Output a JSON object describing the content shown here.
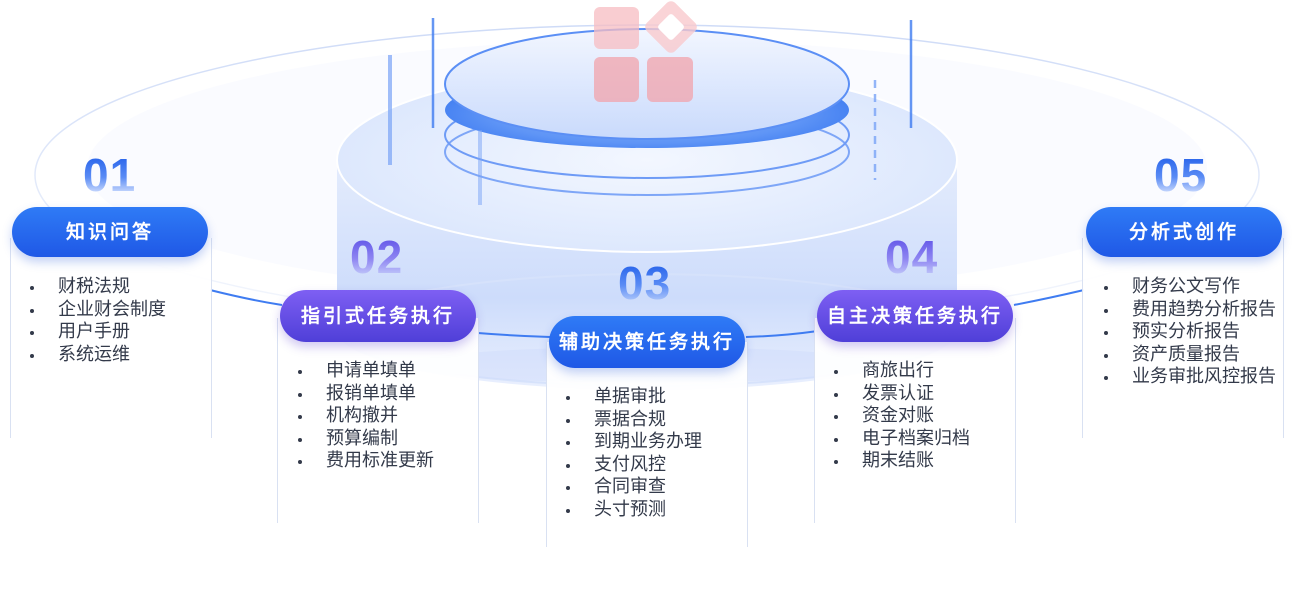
{
  "steps": [
    {
      "number": "01",
      "title": "知识问答",
      "items": [
        "财税法规",
        "企业财会制度",
        "用户手册",
        "系统运维"
      ]
    },
    {
      "number": "02",
      "title": "指引式任务执行",
      "items": [
        "申请单填单",
        "报销单填单",
        "机构撤并",
        "预算编制",
        "费用标准更新"
      ]
    },
    {
      "number": "03",
      "title": "辅助决策任务执行",
      "items": [
        "单据审批",
        "票据合规",
        "到期业务办理",
        "支付风控",
        "合同审查",
        "头寸预测"
      ]
    },
    {
      "number": "04",
      "title": "自主决策任务执行",
      "items": [
        "商旅出行",
        "发票认证",
        "资金对账",
        "电子档案归档",
        "期末结账"
      ]
    },
    {
      "number": "05",
      "title": "分析式创作",
      "items": [
        "财务公文写作",
        "费用趋势分析报告",
        "预实分析报告",
        "资产质量报告",
        "业务审批风控报告"
      ]
    }
  ],
  "colors": {
    "blue": "#1f58e6",
    "purple": "#4f3fd8"
  }
}
